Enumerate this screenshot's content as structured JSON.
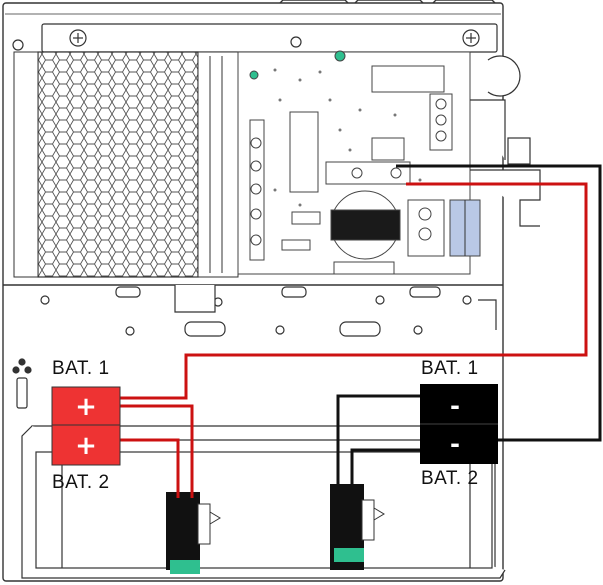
{
  "labels": {
    "bat1_left": "BAT. 1",
    "bat2_left": "BAT. 2",
    "bat1_right": "BAT. 1",
    "bat2_right": "BAT. 2"
  },
  "terminals": {
    "plus_1": "+",
    "plus_2": "+",
    "minus_1": "-",
    "minus_2": "-"
  },
  "colors": {
    "positive_wire": "#cc1111",
    "negative_wire": "#111111",
    "positive_terminal": "#ee3333",
    "negative_terminal": "#000000",
    "led": "#2fbf8f",
    "outline": "#333333"
  },
  "icons": [
    "fan-grill-icon",
    "led-icon",
    "screw-icon",
    "terminal-block-icon",
    "transformer-icon",
    "battery-clip-icon"
  ]
}
